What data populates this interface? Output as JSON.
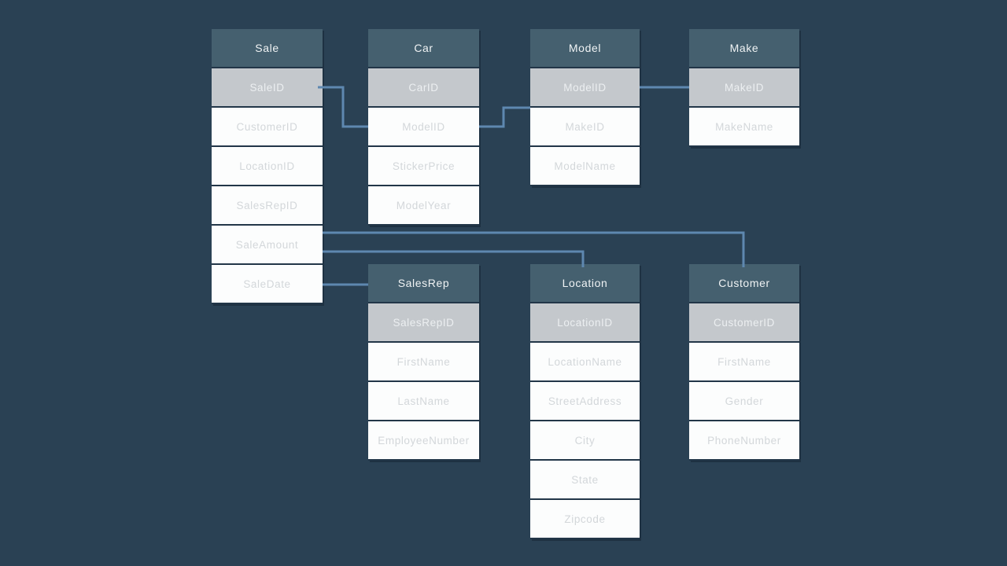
{
  "colors": {
    "background": "#2A4154",
    "table_header_fill": "#45606F",
    "primary_key_row_fill": "#C4C8CC",
    "field_row_fill": "#FCFDFD",
    "header_text": "#F0F3F4",
    "primary_key_text": "#ECEFF1",
    "field_text": "#D3D7DA",
    "row_divider": "#223648",
    "connector_line": "#5E88B0"
  },
  "diagram": {
    "type": "database-schema",
    "tables": [
      {
        "name": "Sale",
        "fields": [
          "SaleID",
          "CustomerID",
          "LocationID",
          "SalesRepID",
          "SaleAmount",
          "SaleDate"
        ]
      },
      {
        "name": "Car",
        "fields": [
          "CarID",
          "ModelID",
          "StickerPrice",
          "ModelYear"
        ]
      },
      {
        "name": "Model",
        "fields": [
          "ModelID",
          "MakeID",
          "ModelName"
        ]
      },
      {
        "name": "Make",
        "fields": [
          "MakeID",
          "MakeName"
        ]
      },
      {
        "name": "SalesRep",
        "fields": [
          "SalesRepID",
          "FirstName",
          "LastName",
          "EmployeeNumber"
        ]
      },
      {
        "name": "Location",
        "fields": [
          "LocationID",
          "LocationName",
          "StreetAddress",
          "City",
          "State",
          "Zipcode"
        ]
      },
      {
        "name": "Customer",
        "fields": [
          "CustomerID",
          "FirstName",
          "Gender",
          "PhoneNumber"
        ]
      }
    ],
    "primary_key_note": "First field of each table is shown as a gray highlighted key row",
    "relationships": [
      {
        "from": "Sale.SaleID",
        "to": "Car.ModelID"
      },
      {
        "from": "Car.ModelID",
        "to": "Model.ModelID"
      },
      {
        "from": "Model.ModelID",
        "to": "Make.MakeID"
      },
      {
        "from": "Sale.SaleAmount",
        "to": "Customer"
      },
      {
        "from": "Sale.SaleAmount",
        "to": "Location"
      },
      {
        "from": "Sale.SaleDate",
        "to": "SalesRep"
      }
    ]
  }
}
